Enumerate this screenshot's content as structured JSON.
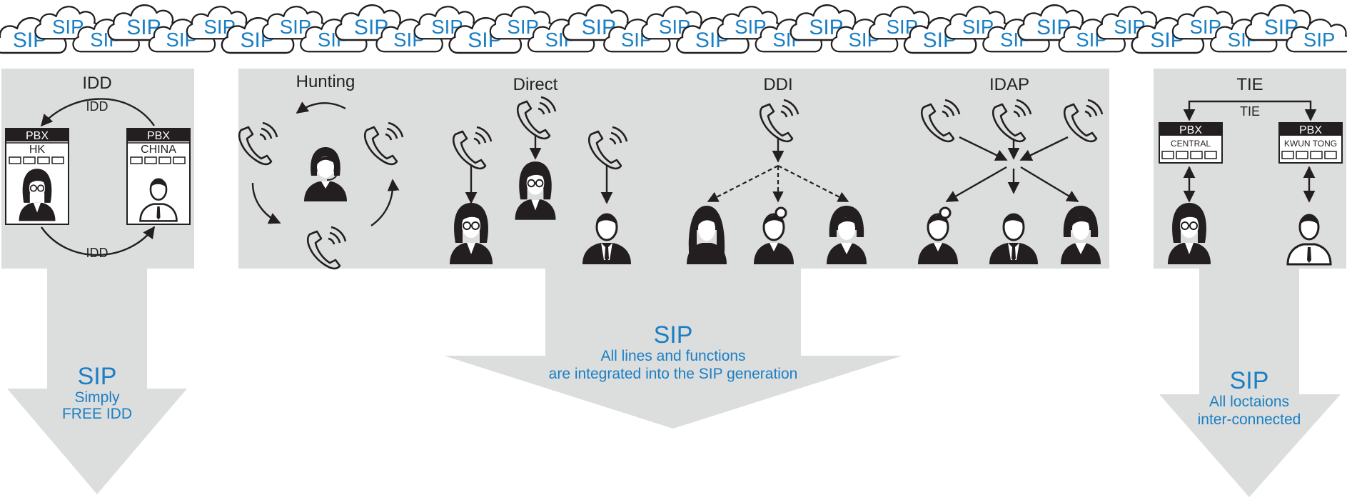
{
  "colors": {
    "panel": "#dcdddd",
    "arrow": "#dcdddd",
    "ink": "#231f20",
    "accent": "#1a7fc4",
    "cloud_fill": "#ffffff",
    "cloud_stroke": "#231f20"
  },
  "clouds": {
    "label": "SIP",
    "count": 35
  },
  "idd": {
    "title": "IDD",
    "arrow_top_label": "IDD",
    "arrow_bottom_label": "IDD",
    "pbx_left": {
      "title": "PBX",
      "name": "HK"
    },
    "pbx_right": {
      "title": "PBX",
      "name": "CHINA"
    }
  },
  "hunting": {
    "title": "Hunting"
  },
  "direct": {
    "title": "Direct"
  },
  "ddi": {
    "title": "DDI"
  },
  "idap": {
    "title": "IDAP"
  },
  "tie": {
    "title": "TIE",
    "link_label": "TIE",
    "pbx_left": {
      "title": "PBX",
      "name": "CENTRAL"
    },
    "pbx_right": {
      "title": "PBX",
      "name": "KWUN TONG"
    }
  },
  "arrows": {
    "left": {
      "title": "SIP",
      "line1": "Simply",
      "line2": "FREE IDD"
    },
    "center": {
      "title": "SIP",
      "line1": "All lines and functions",
      "line2": "are integrated into the SIP generation"
    },
    "right": {
      "title": "SIP",
      "line1": "All loctaions",
      "line2": "inter-connected"
    }
  }
}
